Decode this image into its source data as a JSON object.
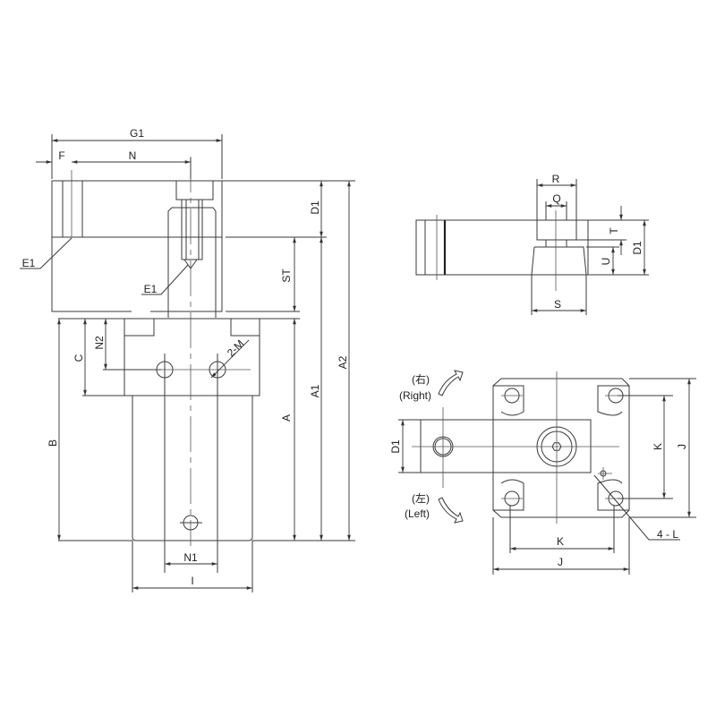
{
  "side_view": {
    "labels": {
      "G1": "G1",
      "F": "F",
      "N": "N",
      "D1": "D1",
      "ST": "ST",
      "A": "A",
      "A1": "A1",
      "A2": "A2",
      "B": "B",
      "C": "C",
      "N2": "N2",
      "N1": "N1",
      "I": "I",
      "M": "2-M",
      "E1_left": "E1",
      "E1_center": "E1"
    }
  },
  "top_view": {
    "labels": {
      "R": "R",
      "Q": "Q",
      "S": "S",
      "T": "T",
      "U": "U",
      "D1": "D1"
    }
  },
  "plan_view": {
    "labels": {
      "D1": "D1",
      "K_vertical": "K",
      "J_vertical": "J",
      "K_horizontal": "K",
      "J_horizontal": "J",
      "L": "4 - L"
    },
    "rotation": {
      "right_cn": "(右)",
      "right": "(Right)",
      "left_cn": "(左)",
      "left": "(Left)"
    }
  }
}
